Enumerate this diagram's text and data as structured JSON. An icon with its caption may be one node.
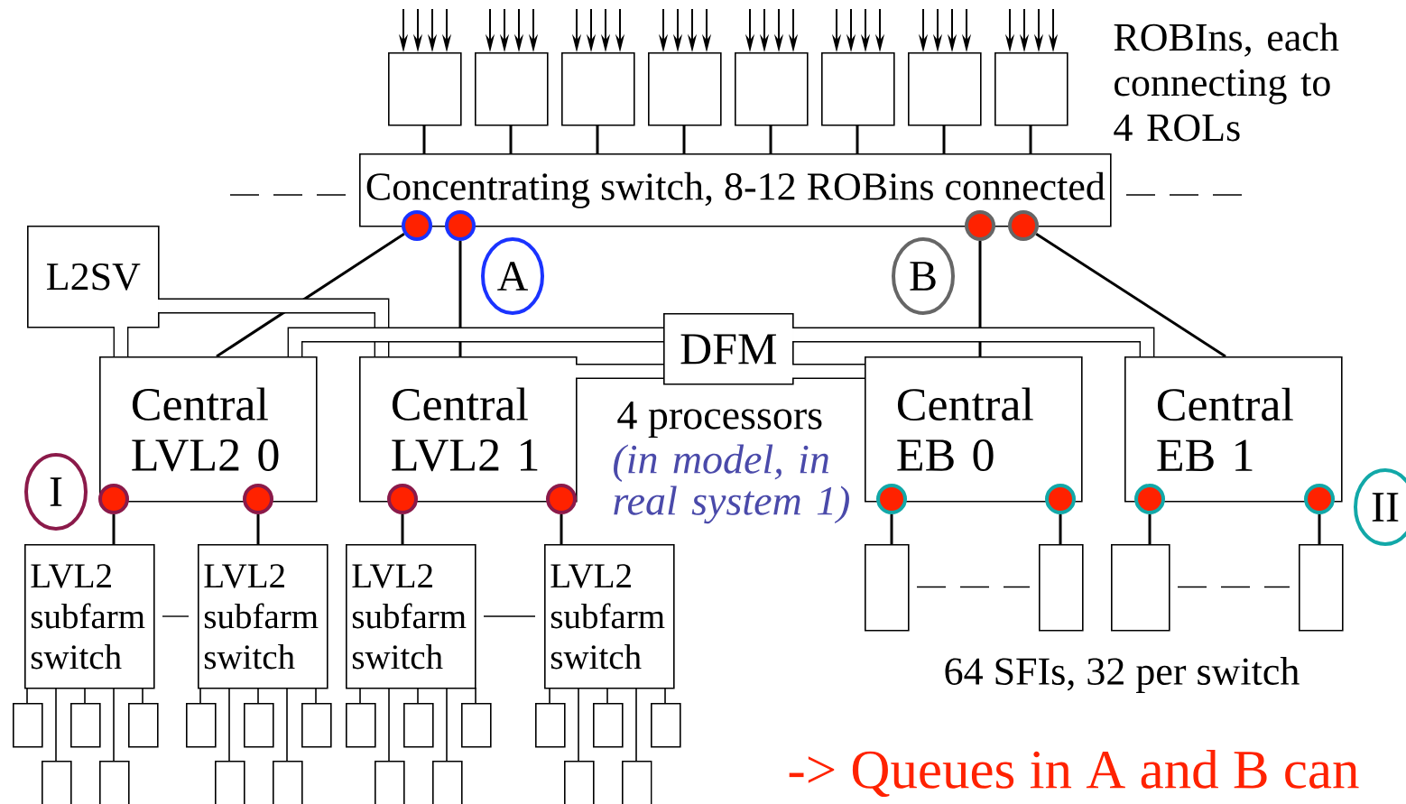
{
  "diagram": {
    "nodes": [
      {
        "text": [],
        "shape": "box"
      },
      {
        "text": [],
        "shape": "box"
      },
      {
        "text": [],
        "shape": "box"
      },
      {
        "text": [],
        "shape": "box"
      },
      {
        "text": [],
        "shape": "box"
      },
      {
        "text": [],
        "shape": "box"
      },
      {
        "text": [],
        "shape": "box"
      },
      {
        "text": [],
        "shape": "box"
      },
      {
        "text": [
          "Concentrating switch, 8-12 ROBins connected"
        ]
      },
      {
        "text": [],
        "shape": "circle"
      },
      {
        "text": [],
        "shape": "circle"
      },
      {
        "text": [],
        "shape": "circle"
      },
      {
        "text": [],
        "shape": "circle"
      },
      {
        "text": [
          "L2SV"
        ]
      },
      {
        "text": [
          "A"
        ]
      },
      {
        "text": [
          "B"
        ]
      },
      {
        "text": [
          "DFM"
        ]
      },
      {
        "text": [
          "Central LVL2 0"
        ]
      },
      {
        "text": [
          "Central LVL2 1"
        ]
      },
      {
        "text": [
          "Central EB 0"
        ]
      },
      {
        "text": [
          "Central EB 1"
        ]
      },
      {
        "text": [
          "I"
        ]
      },
      {
        "text": [],
        "shape": "circle"
      },
      {
        "text": [],
        "shape": "circle"
      },
      {
        "text": [],
        "shape": "circle"
      },
      {
        "text": [],
        "shape": "circle"
      },
      {
        "text": [],
        "shape": "circle"
      },
      {
        "text": [],
        "shape": "circle"
      },
      {
        "text": [],
        "shape": "circle"
      },
      {
        "text": [],
        "shape": "circle"
      },
      {
        "text": [
          "II"
        ]
      },
      {
        "text": [
          "LVL2 subfarm switch"
        ]
      },
      {
        "text": [
          "LVL2 subfarm switch"
        ]
      },
      {
        "text": [
          "LVL2 subfarm switch"
        ]
      },
      {
        "text": [
          "LVL2 subfarm switch"
        ]
      },
      {
        "text": [],
        "shape": "box"
      },
      {
        "text": [],
        "shape": "box"
      },
      {
        "text": [],
        "shape": "box"
      },
      {
        "text": [],
        "shape": "box"
      },
      {
        "text": [],
        "shape": "box"
      },
      {
        "text": [],
        "shape": "box"
      },
      {
        "text": [],
        "shape": "box"
      },
      {
        "text": [],
        "shape": "box"
      },
      {
        "text": [],
        "shape": "box"
      },
      {
        "text": [],
        "shape": "box"
      },
      {
        "text": [],
        "shape": "box"
      },
      {
        "text": [],
        "shape": "box"
      },
      {
        "text": [],
        "shape": "box"
      },
      {
        "text": [],
        "shape": "box"
      },
      {
        "text": [],
        "shape": "box"
      },
      {
        "text": [],
        "shape": "box"
      },
      {
        "text": [],
        "shape": "box"
      },
      {
        "text": [],
        "shape": "box"
      },
      {
        "text": [],
        "shape": "box"
      },
      {
        "text": [],
        "shape": "box"
      },
      {
        "text": [],
        "shape": "box"
      },
      {
        "text": [],
        "shape": "box"
      },
      {
        "text": [],
        "shape": "box"
      },
      {
        "text": [],
        "shape": "box"
      }
    ],
    "edges": [
      {
        "from": null,
        "to": 0,
        "arrow": "to"
      },
      {
        "from": null,
        "to": 0,
        "arrow": "to"
      },
      {
        "from": null,
        "to": 0,
        "arrow": "to"
      },
      {
        "from": null,
        "to": 0,
        "arrow": "to"
      },
      {
        "from": null,
        "to": 1,
        "arrow": "to"
      },
      {
        "from": null,
        "to": 1,
        "arrow": "to"
      },
      {
        "from": null,
        "to": 1,
        "arrow": "to"
      },
      {
        "from": null,
        "to": 1,
        "arrow": "to"
      },
      {
        "from": null,
        "to": 2,
        "arrow": "to"
      },
      {
        "from": null,
        "to": 2,
        "arrow": "to"
      },
      {
        "from": null,
        "to": 2,
        "arrow": "to"
      },
      {
        "from": null,
        "to": 2,
        "arrow": "to"
      },
      {
        "from": null,
        "to": 3,
        "arrow": "to"
      },
      {
        "from": null,
        "to": 3,
        "arrow": "to"
      },
      {
        "from": null,
        "to": 3,
        "arrow": "to"
      },
      {
        "from": null,
        "to": 3,
        "arrow": "to"
      },
      {
        "from": null,
        "to": 4,
        "arrow": "to"
      },
      {
        "from": null,
        "to": 4,
        "arrow": "to"
      },
      {
        "from": null,
        "to": 4,
        "arrow": "to"
      },
      {
        "from": null,
        "to": 4,
        "arrow": "to"
      },
      {
        "from": null,
        "to": 5,
        "arrow": "to"
      },
      {
        "from": null,
        "to": 5,
        "arrow": "to"
      },
      {
        "from": null,
        "to": 5,
        "arrow": "to"
      },
      {
        "from": null,
        "to": 5,
        "arrow": "to"
      },
      {
        "from": null,
        "to": 6,
        "arrow": "to"
      },
      {
        "from": null,
        "to": 6,
        "arrow": "to"
      },
      {
        "from": null,
        "to": 6,
        "arrow": "to"
      },
      {
        "from": null,
        "to": 6,
        "arrow": "to"
      },
      {
        "from": null,
        "to": 7,
        "arrow": "to"
      },
      {
        "from": null,
        "to": 7,
        "arrow": "to"
      },
      {
        "from": null,
        "to": 7,
        "arrow": "to"
      },
      {
        "from": null,
        "to": 7,
        "arrow": "to"
      },
      {
        "from": 0,
        "to": 8,
        "arrow": "none"
      },
      {
        "from": 1,
        "to": 8,
        "arrow": "none"
      },
      {
        "from": 2,
        "to": 8,
        "arrow": "none"
      },
      {
        "from": 3,
        "to": 8,
        "arrow": "none"
      },
      {
        "from": 4,
        "to": 8,
        "arrow": "none"
      },
      {
        "from": 5,
        "to": 8,
        "arrow": "none"
      },
      {
        "from": 6,
        "to": 8,
        "arrow": "none"
      },
      {
        "from": 7,
        "to": 8,
        "arrow": "none"
      },
      {
        "from": 9,
        "to": 17,
        "arrow": "none"
      },
      {
        "from": 10,
        "to": 18,
        "arrow": "none"
      },
      {
        "from": 11,
        "to": 19,
        "arrow": "none"
      },
      {
        "from": 12,
        "to": 20,
        "arrow": "none"
      },
      {
        "from": 13,
        "to": 17,
        "arrow": "none",
        "style": "thick"
      },
      {
        "from": 13,
        "to": 18,
        "arrow": "none",
        "style": "thick"
      },
      {
        "from": 16,
        "to": 17,
        "arrow": "none",
        "style": "thick"
      },
      {
        "from": 16,
        "to": 18,
        "arrow": "none",
        "style": "thick"
      },
      {
        "from": 16,
        "to": 19,
        "arrow": "none",
        "style": "thick"
      },
      {
        "from": 16,
        "to": 20,
        "arrow": "none",
        "style": "thick"
      },
      {
        "from": 22,
        "to": 31,
        "arrow": "none"
      },
      {
        "from": 23,
        "to": 32,
        "arrow": "none"
      },
      {
        "from": 24,
        "to": 33,
        "arrow": "none"
      },
      {
        "from": 25,
        "to": 34,
        "arrow": "none"
      },
      {
        "from": 26,
        "to": 35,
        "arrow": "none"
      },
      {
        "from": 27,
        "to": 36,
        "arrow": "none"
      },
      {
        "from": 28,
        "to": 37,
        "arrow": "none"
      },
      {
        "from": 29,
        "to": 38,
        "arrow": "none"
      },
      {
        "from": 31,
        "to": 39,
        "arrow": "none"
      },
      {
        "from": 31,
        "to": 40,
        "arrow": "none"
      },
      {
        "from": 31,
        "to": 41,
        "arrow": "none"
      },
      {
        "from": 31,
        "to": 42,
        "arrow": "none"
      },
      {
        "from": 31,
        "to": 43,
        "arrow": "none"
      },
      {
        "from": 32,
        "to": 44,
        "arrow": "none"
      },
      {
        "from": 32,
        "to": 45,
        "arrow": "none"
      },
      {
        "from": 32,
        "to": 46,
        "arrow": "none"
      },
      {
        "from": 32,
        "to": 47,
        "arrow": "none"
      },
      {
        "from": 32,
        "to": 48,
        "arrow": "none"
      },
      {
        "from": 33,
        "to": 49,
        "arrow": "none"
      },
      {
        "from": 33,
        "to": 50,
        "arrow": "none"
      },
      {
        "from": 33,
        "to": 51,
        "arrow": "none"
      },
      {
        "from": 33,
        "to": 52,
        "arrow": "none"
      },
      {
        "from": 33,
        "to": 53,
        "arrow": "none"
      },
      {
        "from": 34,
        "to": 54,
        "arrow": "none"
      },
      {
        "from": 34,
        "to": 55,
        "arrow": "none"
      },
      {
        "from": 34,
        "to": 56,
        "arrow": "none"
      },
      {
        "from": 34,
        "to": 57,
        "arrow": "none"
      },
      {
        "from": 34,
        "to": 58,
        "arrow": "none"
      },
      {
        "from": 31,
        "to": 32,
        "arrow": "none"
      },
      {
        "from": 33,
        "to": 34,
        "arrow": "none"
      },
      {
        "from": 35,
        "to": 36,
        "arrow": "none",
        "style": "dashed"
      },
      {
        "from": 37,
        "to": 38,
        "arrow": "none",
        "style": "dashed"
      }
    ],
    "labels": [
      "ROBIns, each connecting to 4 ROLs",
      "4 processors",
      "(in model, in real system 1)",
      "64 SFIs, 32 per switch",
      "-> Queues in A and B can"
    ]
  }
}
